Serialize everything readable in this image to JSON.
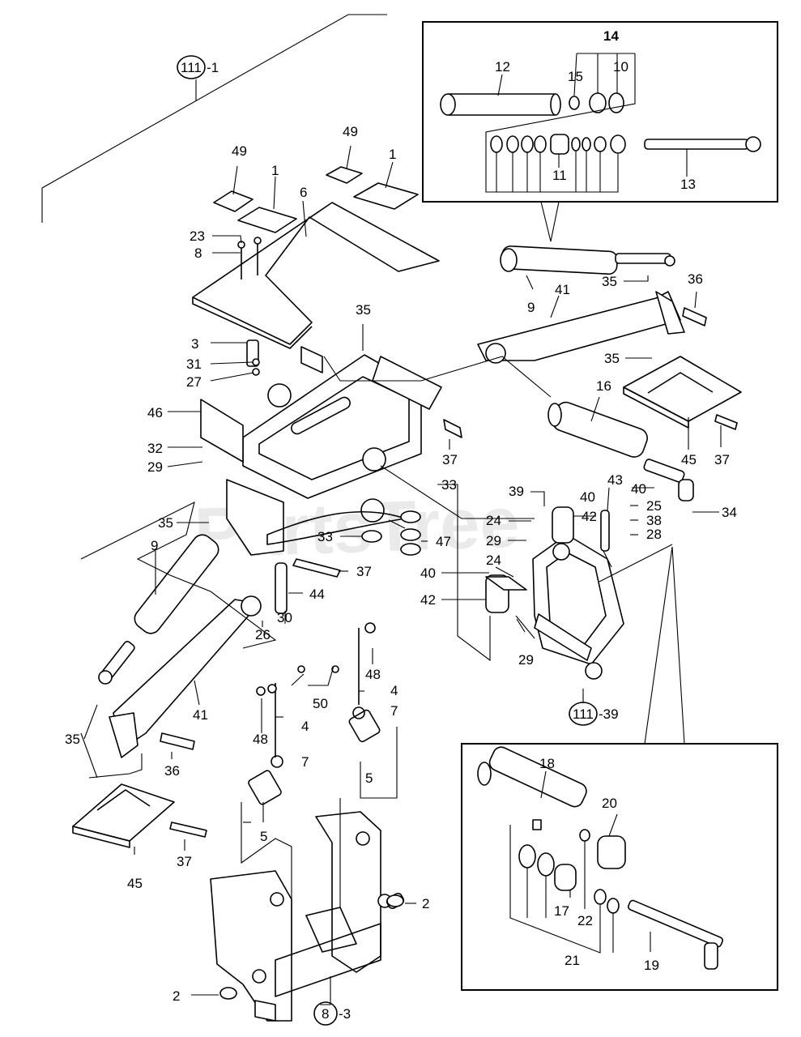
{
  "watermark": "PartsTree",
  "circled_refs": [
    {
      "num": "111",
      "suffix": "-1"
    },
    {
      "num": "111",
      "suffix": "-39"
    },
    {
      "num": "8",
      "suffix": "-3"
    }
  ],
  "callouts": [
    "14",
    "12",
    "15",
    "10",
    "11",
    "13",
    "49",
    "1",
    "6",
    "49",
    "1",
    "23",
    "8",
    "3",
    "31",
    "27",
    "35",
    "9",
    "41",
    "35",
    "36",
    "35",
    "46",
    "32",
    "29",
    "16",
    "45",
    "37",
    "37",
    "33",
    "39",
    "40",
    "43",
    "40",
    "34",
    "24",
    "42",
    "25",
    "38",
    "28",
    "35",
    "9",
    "33",
    "47",
    "37",
    "29",
    "24",
    "40",
    "42",
    "44",
    "26",
    "30",
    "29",
    "48",
    "4",
    "50",
    "41",
    "48",
    "4",
    "7",
    "7",
    "35",
    "36",
    "5",
    "5",
    "45",
    "37",
    "2",
    "2",
    "18",
    "20",
    "17",
    "22",
    "21",
    "19"
  ]
}
